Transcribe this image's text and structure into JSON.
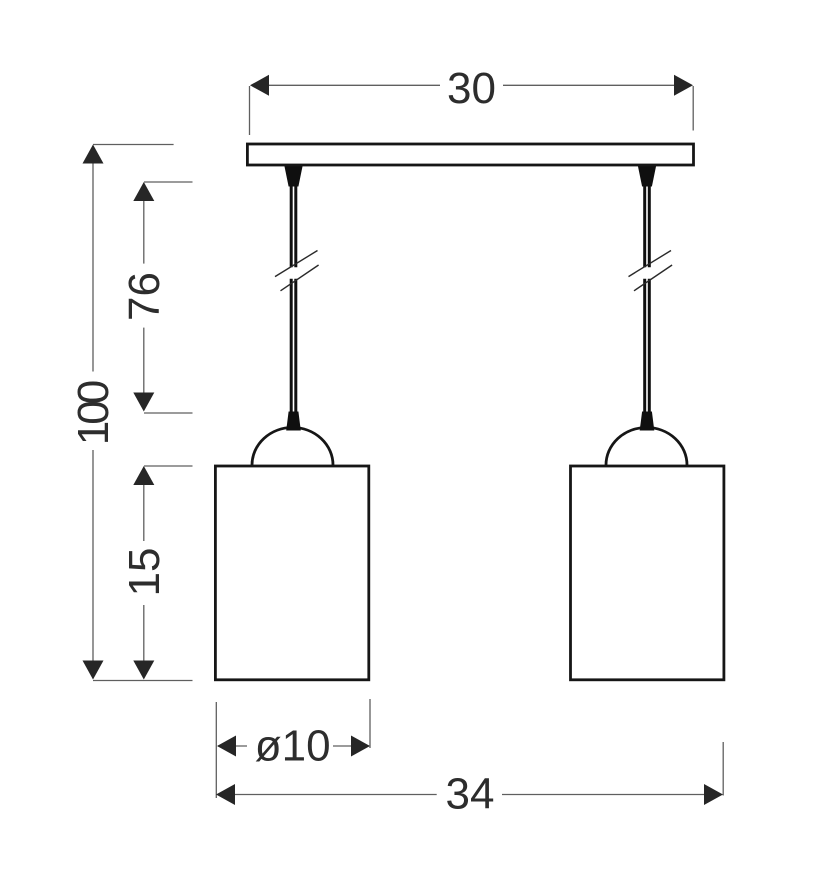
{
  "diagram": {
    "kind": "technical-dimension-drawing",
    "subject": "two-light pendant lamp, front view",
    "background_color": "#ffffff",
    "outline_color": "#161616",
    "dimension_line_color": "#5f5f5f",
    "text_color": "#2d2d2d"
  },
  "dimensions": {
    "canopy_width": "30",
    "total_height": "100",
    "cord_length": "76",
    "shade_height": "15",
    "shade_diameter": "ø10",
    "overall_width": "34"
  }
}
